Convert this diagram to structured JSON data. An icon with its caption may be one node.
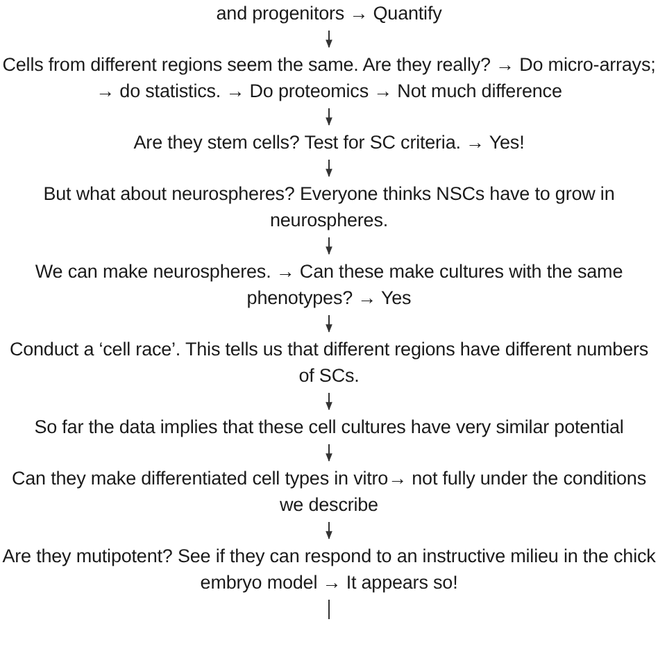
{
  "diagram": {
    "nodes": [
      {
        "text": [
          "and progenitors → Quantify"
        ]
      },
      {
        "text": [
          "Cells from different regions seem the same. Are they really? → Do micro-arrays; → do statistics. → Do proteomics → Not much difference"
        ]
      },
      {
        "text": [
          "Are they stem cells? Test for SC criteria. → Yes!"
        ]
      },
      {
        "text": [
          "But what about neurospheres? Everyone thinks NSCs have to grow in neurospheres."
        ]
      },
      {
        "text": [
          "We can make neurospheres. → Can these make cultures with the same phenotypes? → Yes"
        ]
      },
      {
        "text": [
          "Conduct a ‘cell race’. This tells us that different regions have different numbers of SCs."
        ]
      },
      {
        "text": [
          "So far the data implies that these cell cultures have very similar potential"
        ]
      },
      {
        "text": [
          "Can they make differentiated cell types in vitro→ not fully under the conditions we describe"
        ]
      },
      {
        "text": [
          "Are they mutipotent? See if they can respond to an instructive milieu in the chick embryo model → It appears so!"
        ]
      }
    ],
    "edges": [
      {
        "from": 0,
        "to": 1,
        "arrow": "to"
      },
      {
        "from": 1,
        "to": 2,
        "arrow": "to"
      },
      {
        "from": 2,
        "to": 3,
        "arrow": "to"
      },
      {
        "from": 3,
        "to": 4,
        "arrow": "to"
      },
      {
        "from": 4,
        "to": 5,
        "arrow": "to"
      },
      {
        "from": 5,
        "to": 6,
        "arrow": "to"
      },
      {
        "from": 6,
        "to": 7,
        "arrow": "to"
      },
      {
        "from": 7,
        "to": 8,
        "arrow": "to"
      },
      {
        "from": 8,
        "to": null,
        "arrow": "none"
      }
    ]
  }
}
